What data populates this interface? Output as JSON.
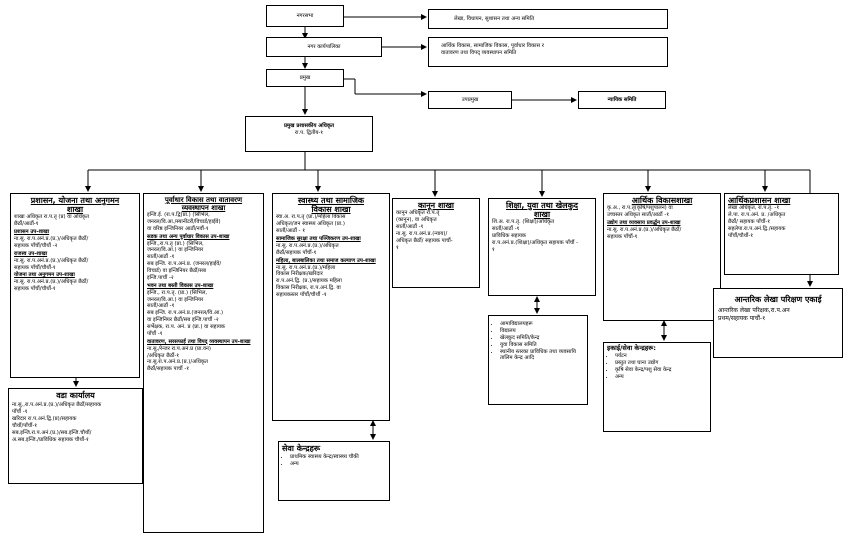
{
  "top": {
    "nagarsabha": "नगरसभा",
    "nagarsabha_committee": "लेखा, विधायन, सुशासन तथा अन्य समिति",
    "karyapalika": "नगर कार्यपालिका",
    "karyapalika_committee": [
      "आर्थिक विकास, सामाजिक विकास, पूर्वाधार विकास र",
      "वातावरण तथा विपद् व्यवस्थापन समिति"
    ],
    "pramukh": "प्रमुख",
    "upapramukh": "उपप्रमुख",
    "nyayik": "न्यायिक समिति",
    "cao_title": "प्रमुख प्रशासकीय अधिकृत",
    "cao_level": "रा.प. द्वितीय-१"
  },
  "branches": {
    "admin": {
      "title": [
        "प्रशासन, योजना तथा अनुगमन",
        "शाखा"
      ],
      "lines": [
        "शाखा अधिकृत रा.प.तृ (प्र) वा अधिकृत",
        "छैठौं/आठौं-१"
      ],
      "sections": [
        {
          "name": "प्रशासन उप-शाखा",
          "lines": [
            "ना.सु. रा.प.अनं.प्र.(प्र.)/अधिकृत छैठौं/",
            "सहायक पाँचौं/चौथौं -२"
          ]
        },
        {
          "name": "राजस्व उप-शाखा",
          "lines": [
            "ना.सु. रा.प.अनं.प्र.(प्र.)/अधिकृत छैठौं/",
            "सहायक पाँचौं/चौथौं-१"
          ]
        },
        {
          "name": "योजना तथा अनुगमन उप-शाखा",
          "lines": [
            "ना.सु. रा.प.अनं.प्र.(प्र.)/अधिकृत छैठौं/",
            "सहायक पाँचौं/चौथौं-१"
          ]
        }
      ]
    },
    "ward": {
      "title": "वडा कार्यालय",
      "lines": [
        "ना.सु.,रा.प.अनं.प्र.(प्र.)/अधिकृत छैठौं/सहायक",
        "पाँचौं -१",
        "खरिदार रा.प.अनं.द्वि.(प्र)/सहायक",
        "चौथौं/पाँचौं-१",
        "सब.इन्जि.रा.प.अनं.(प्र.)/सब.इन्जि.चौथौं/",
        "अ.सब.इन्जि./प्राविधिक सहायक चौथौं-१"
      ]
    },
    "infra": {
      "title": [
        "पूर्वाधार विकास तथा वातावरण",
        "व्यवस्थापन शाखा"
      ],
      "lines": [
        "इन्जि.ई. (रा.प.द्वि(प्रा.) (सिभिल,",
        "जनरल/वि.आ./स्यानीटरी/विचार्ड/हाईवे)",
        "वा वरिष्ठ इन्जिनियर आठौं/नवौं-१"
      ],
      "sections": [
        {
          "name": "सडक तथा अन्य पूर्वाधार विकास उप-शाखा",
          "lines": [
            "इन्जि.,रा.प.तृ (प्रा.) (सिभिल,",
            "जनरल/वि.आ.) वा इन्जिनियर",
            "सातौं/आठौं -१",
            "सब इन्जि. रा.प.अनं.प्र. (जनरल/हाईवे/",
            "विचार्ड) वा इन्जिनियर छैठौं/सब",
            "इन्जि.पाचौं -२"
          ]
        },
        {
          "name": "भवन तथा बस्ती विकास उप-शाखा",
          "lines": [
            "इन्जि., रा.प.तृ. (प्रा.) (सिभिल,",
            "जनरल/वि.आ.) वा इन्जिनियर",
            "सातौं/आठौं -१",
            "सब इन्जि. रा.प.अनं.प्र.(जनरल/वि.आ.)",
            "वा इन्जिनियर छैठौं/सब इन्जि.पाचौं -२",
            "सर्भेक्षक, रा.प. अनं. प्र (प्रा.) वा सहायक",
            "पाँचौं -१"
          ]
        },
        {
          "name": "वातावरण, सरसफाई तथा विपद् व्यवस्थापन उप-शाखा",
          "lines": [
            "ना.सु./रेन्जर रा.प.अनं.प्र (प्रा.वन)",
            "/अधिकृत छैठौं-१",
            "ना.सु.रा.प.अनं.प्र.(प्र.)/अधिकृत",
            "छैठौं/सहायक पाचौं -१"
          ]
        }
      ]
    },
    "health": {
      "title": [
        "स्वास्थ्य तथा सामाजिक",
        "विकास शाखा"
      ],
      "lines": [
        "स्वा.अ. रा.प.तृ (प्रा.)/महिला विकास",
        "अधिकृत/जन स्वास्थ्य अधिकृत (प्रा.)",
        "सातौं/आठौं - १"
      ],
      "sections": [
        {
          "name": "सामाजिक सुरक्षा तथा पञ्जिकरण उप-शाखा",
          "lines": [
            "ना.सु. रा.प.अनं.प्र.(प्र.)/अधिकृत",
            "छैठौं/सहायक पाँचौं-१"
          ]
        },
        {
          "name": "महिला, बालबालिका तथा समाज कल्याण उप-शाखा",
          "lines": [
            "ना.सु. रा.प.अनं.प्र.(प्र.)/महिला",
            "विकास निरीक्षक/खरिदार",
            "रा.प.अनं.द्वि. (प्र.)/सहायक महिला",
            "विकास निरीक्षक, रा.प.अनं.द्वि. वा",
            "सहायकस्तर पाँचौं/चौथौं -१"
          ]
        }
      ]
    },
    "services": {
      "title": "सेवा केन्द्रहरू",
      "items": [
        "प्राथमिक स्वास्थ्य केन्द्र/स्वास्थ्य चौकी",
        "अन्य"
      ]
    },
    "law": {
      "title": "कानून शाखा",
      "lines": [
        "कानून अधिकृत रा.प.तृ",
        "(कानून), वा अधिकृत",
        "सातौं/आठौं -१",
        "ना.सु. रा.प.अनं.प्र.(न्याय)/",
        "अधिकृत छैठौं/ सहायक पाचौं-",
        "१"
      ]
    },
    "education": {
      "title": [
        "शिक्षा, युवा तथा खेलकुद",
        "शाखा"
      ],
      "lines": [
        "शि.अ. रा.प.तृ. (शिक्षा)/अधिकृत",
        "सातौं/आठौं -१",
        "प्राविधिक सहायक",
        "रा.प.अनं.प्र.(शिक्षा)/अधिकृत सहायक पाँचौं -",
        "१"
      ]
    },
    "schools": {
      "items": [
        "आमाविद्यालयहरू",
        "विद्यालय",
        "खेलकुद समिति/केन्द्र",
        "युवा विकास समिति",
        "स्थानीय स्तरका प्राविधिक तथा व्यवसायि तालिम केन्द्र आदि"
      ]
    },
    "econ": {
      "title": "आर्थिक विकासशाखा",
      "lines": [
        "कृ.अ., रा.प.तृ(कृषि/पशुपालन) वा",
        "उच्चस्तर अधिकृत सातौं/आठौं -१"
      ],
      "sections": [
        {
          "name": "उद्योग तथा व्यवसाय प्रवर्द्धन उप-शाखा",
          "lines": [
            "ना.सु. रा.प.अनं.प्र.(प्र.)/अधिकृत छैठौं/",
            "सहायक पाँचौं-१"
          ]
        }
      ]
    },
    "units": {
      "title": "इकाई/सेवा केन्द्रहरू:",
      "items": [
        "पर्यटन",
        "प्रस्तुत तथा घाना उद्योग",
        "कृषि सेवा केन्द्र/पशु सेवा केन्द्र",
        "अन्य"
      ]
    },
    "finance": {
      "title": "आर्थिकप्रशासन शाखा",
      "lines": [
        "लेखा अधिकृत, रा.प.तृ. -१",
        "ले.पा. रा.प.अनं. प्र. /अधिकृत",
        "छैठौं/ सहायक पाँचौं-१",
        "सहलेपा.रा.प.अनं.द्वि./सहायक",
        "पाँचौं/चौथौं-१"
      ]
    },
    "audit": {
      "title": "आन्तरिक लेखा परिक्षण एकाई",
      "lines": [
        "आन्तरिक लेखा परिक्षक,रा.प.अन",
        "प्रथम/सहायक पाचौं-१"
      ]
    }
  }
}
